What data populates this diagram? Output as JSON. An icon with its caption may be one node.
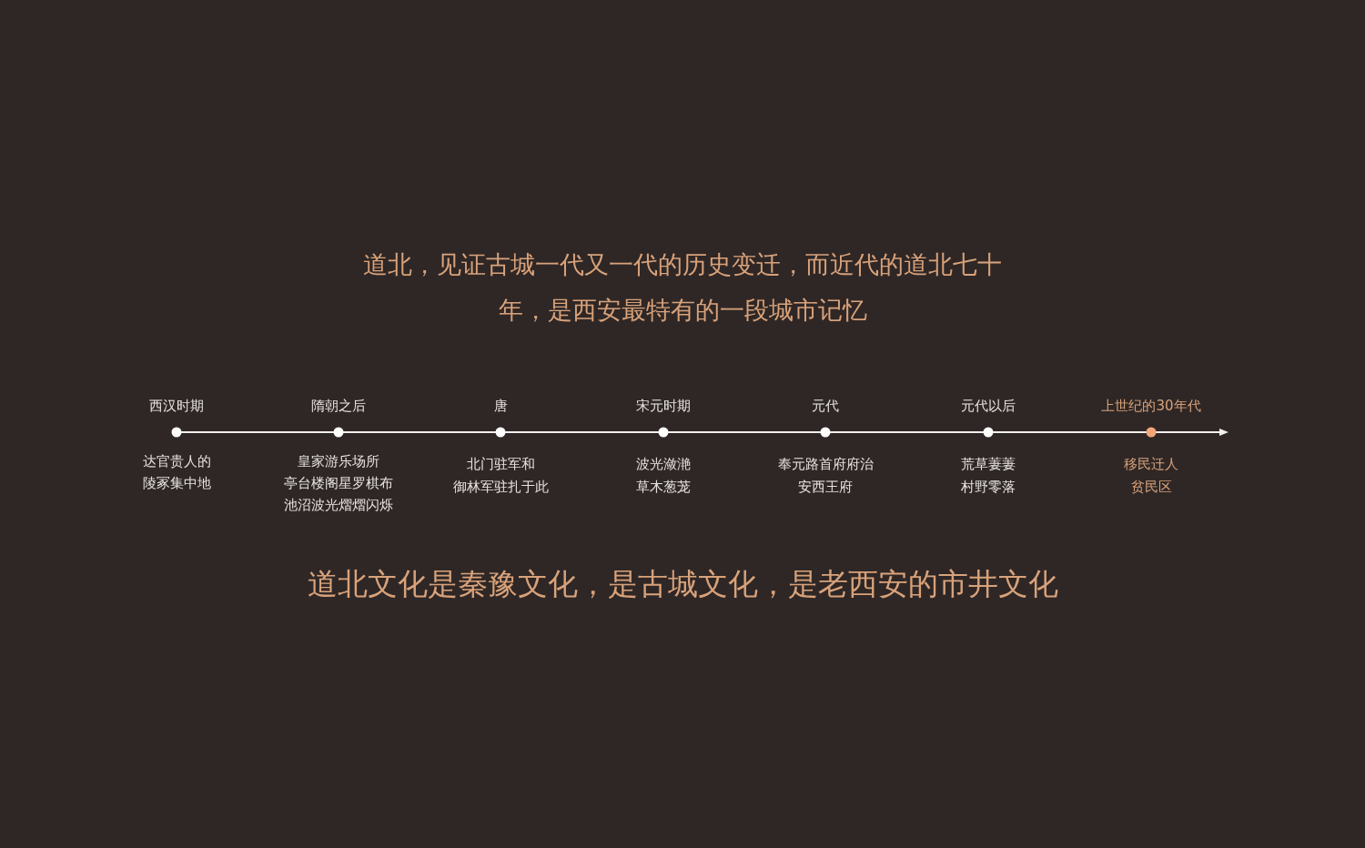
{
  "diagram": {
    "title": "道北，见证古城一代又一代的历史变迁，而近代的道北七十年，是西安最特有的一段城市记忆",
    "caption": "道北文化是秦豫文化，是古城文化，是老西安的市井文化",
    "labels": [
      "西汉时期",
      "隋朝之后",
      "唐",
      "宋元时期",
      "元代",
      "元代以后",
      "上世纪的30年代",
      "达官贵人的",
      "陵冢集中地",
      "皇家游乐场所",
      "亭台楼阁星罗棋布",
      "池沼波光熠熠闪烁",
      "北门驻军和",
      "御林军驻扎于此",
      "波光潋滟",
      "草木葱茏",
      "奉元路首府府治",
      "安西王府",
      "荒草萋萋",
      "村野零落",
      "移民迁人",
      "贫民区"
    ]
  }
}
